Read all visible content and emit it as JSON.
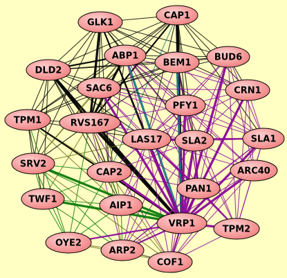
{
  "graph": {
    "background": "#ffffc3",
    "node_fill": "#f08080",
    "node_highlight": "#ffd0d0",
    "edge_colors": {
      "black": "#000000",
      "purple": "#8a0a9a",
      "green": "#0a7a0a",
      "teal": "#1f7a8a",
      "olive": "#6b6b1a"
    },
    "nodes": [
      {
        "id": "GLK1",
        "label": "GLK1"
      },
      {
        "id": "CAP1",
        "label": "CAP1"
      },
      {
        "id": "ABP1",
        "label": "ABP1"
      },
      {
        "id": "BEM1",
        "label": "BEM1"
      },
      {
        "id": "BUD6",
        "label": "BUD6"
      },
      {
        "id": "DLD2",
        "label": "DLD2"
      },
      {
        "id": "SAC6",
        "label": "SAC6"
      },
      {
        "id": "CRN1",
        "label": "CRN1"
      },
      {
        "id": "PFY1",
        "label": "PFY1"
      },
      {
        "id": "TPM1",
        "label": "TPM1"
      },
      {
        "id": "RVS167",
        "label": "RVS167"
      },
      {
        "id": "LAS17",
        "label": "LAS17"
      },
      {
        "id": "SLA2",
        "label": "SLA2"
      },
      {
        "id": "SLA1",
        "label": "SLA1"
      },
      {
        "id": "SRV2",
        "label": "SRV2"
      },
      {
        "id": "CAP2",
        "label": "CAP2"
      },
      {
        "id": "ARC40",
        "label": "ARC40"
      },
      {
        "id": "PAN1",
        "label": "PAN1"
      },
      {
        "id": "TWF1",
        "label": "TWF1"
      },
      {
        "id": "AIP1",
        "label": "AIP1"
      },
      {
        "id": "VRP1",
        "label": "VRP1"
      },
      {
        "id": "TPM2",
        "label": "TPM2"
      },
      {
        "id": "OYE2",
        "label": "OYE2"
      },
      {
        "id": "ARP2",
        "label": "ARP2"
      },
      {
        "id": "COF1",
        "label": "COF1"
      }
    ],
    "edges": [
      [
        "GLK1",
        "CAP1",
        "black",
        1
      ],
      [
        "GLK1",
        "ABP1",
        "black",
        1
      ],
      [
        "GLK1",
        "BEM1",
        "black",
        1
      ],
      [
        "GLK1",
        "DLD2",
        "black",
        1
      ],
      [
        "GLK1",
        "SAC6",
        "black",
        1
      ],
      [
        "GLK1",
        "TPM1",
        "black",
        1
      ],
      [
        "GLK1",
        "RVS167",
        "black",
        3
      ],
      [
        "GLK1",
        "LAS17",
        "black",
        1
      ],
      [
        "GLK1",
        "PFY1",
        "black",
        1
      ],
      [
        "GLK1",
        "SLA2",
        "black",
        1
      ],
      [
        "GLK1",
        "VRP1",
        "black",
        2
      ],
      [
        "GLK1",
        "CAP2",
        "black",
        1
      ],
      [
        "GLK1",
        "SRV2",
        "black",
        1
      ],
      [
        "GLK1",
        "BUD6",
        "black",
        1
      ],
      [
        "GLK1",
        "CRN1",
        "black",
        1
      ],
      [
        "CAP1",
        "ABP1",
        "black",
        1
      ],
      [
        "CAP1",
        "BEM1",
        "black",
        1
      ],
      [
        "CAP1",
        "BUD6",
        "black",
        1
      ],
      [
        "CAP1",
        "DLD2",
        "black",
        1
      ],
      [
        "CAP1",
        "SAC6",
        "black",
        1
      ],
      [
        "CAP1",
        "CRN1",
        "black",
        1
      ],
      [
        "CAP1",
        "VRP1",
        "black",
        4
      ],
      [
        "CAP1",
        "PFY1",
        "black",
        1
      ],
      [
        "CAP1",
        "RVS167",
        "black",
        2
      ],
      [
        "CAP1",
        "TPM1",
        "black",
        1
      ],
      [
        "CAP1",
        "SLA2",
        "black",
        1
      ],
      [
        "CAP1",
        "LAS17",
        "black",
        1
      ],
      [
        "CAP1",
        "SLA1",
        "black",
        1
      ],
      [
        "CAP1",
        "CAP2",
        "teal",
        1
      ],
      [
        "ABP1",
        "BEM1",
        "black",
        1
      ],
      [
        "ABP1",
        "VRP1",
        "teal",
        3
      ],
      [
        "ABP1",
        "SAC6",
        "black",
        1
      ],
      [
        "ABP1",
        "DLD2",
        "black",
        2
      ],
      [
        "ABP1",
        "RVS167",
        "black",
        3
      ],
      [
        "ABP1",
        "TPM1",
        "black",
        1
      ],
      [
        "ABP1",
        "LAS17",
        "purple",
        1
      ],
      [
        "ABP1",
        "SLA2",
        "purple",
        1
      ],
      [
        "ABP1",
        "PFY1",
        "purple",
        1
      ],
      [
        "ABP1",
        "CRN1",
        "purple",
        1
      ],
      [
        "ABP1",
        "SLA1",
        "purple",
        1
      ],
      [
        "ABP1",
        "BUD6",
        "black",
        1
      ],
      [
        "ABP1",
        "CAP2",
        "black",
        1
      ],
      [
        "ABP1",
        "SRV2",
        "olive",
        1
      ],
      [
        "ABP1",
        "PAN1",
        "purple",
        1
      ],
      [
        "ABP1",
        "ARC40",
        "purple",
        1
      ],
      [
        "BEM1",
        "BUD6",
        "black",
        1
      ],
      [
        "BEM1",
        "VRP1",
        "teal",
        3
      ],
      [
        "BEM1",
        "SAC6",
        "black",
        1
      ],
      [
        "BEM1",
        "DLD2",
        "black",
        1
      ],
      [
        "BEM1",
        "PFY1",
        "black",
        1
      ],
      [
        "BEM1",
        "SLA2",
        "black",
        1
      ],
      [
        "BEM1",
        "CRN1",
        "purple",
        1
      ],
      [
        "BEM1",
        "RVS167",
        "black",
        1
      ],
      [
        "BEM1",
        "LAS17",
        "purple",
        1
      ],
      [
        "BEM1",
        "SLA1",
        "purple",
        1
      ],
      [
        "BEM1",
        "TPM1",
        "black",
        1
      ],
      [
        "BEM1",
        "PAN1",
        "purple",
        1
      ],
      [
        "BUD6",
        "CRN1",
        "black",
        1
      ],
      [
        "BUD6",
        "VRP1",
        "purple",
        3
      ],
      [
        "BUD6",
        "SLA1",
        "purple",
        1
      ],
      [
        "BUD6",
        "PFY1",
        "purple",
        1
      ],
      [
        "BUD6",
        "SLA2",
        "purple",
        1
      ],
      [
        "BUD6",
        "SAC6",
        "black",
        1
      ],
      [
        "BUD6",
        "LAS17",
        "purple",
        1
      ],
      [
        "BUD6",
        "PAN1",
        "purple",
        1
      ],
      [
        "BUD6",
        "ARC40",
        "purple",
        1
      ],
      [
        "BUD6",
        "TPM2",
        "purple",
        1
      ],
      [
        "BUD6",
        "DLD2",
        "black",
        1
      ],
      [
        "DLD2",
        "SAC6",
        "black",
        1
      ],
      [
        "DLD2",
        "TPM1",
        "black",
        1
      ],
      [
        "DLD2",
        "RVS167",
        "black",
        3
      ],
      [
        "DLD2",
        "VRP1",
        "black",
        3
      ],
      [
        "DLD2",
        "SRV2",
        "black",
        1
      ],
      [
        "DLD2",
        "CAP2",
        "black",
        1
      ],
      [
        "DLD2",
        "LAS17",
        "black",
        1
      ],
      [
        "DLD2",
        "PFY1",
        "black",
        1
      ],
      [
        "DLD2",
        "TWF1",
        "black",
        1
      ],
      [
        "DLD2",
        "AIP1",
        "black",
        1
      ],
      [
        "SAC6",
        "RVS167",
        "black",
        2
      ],
      [
        "SAC6",
        "VRP1",
        "purple",
        3
      ],
      [
        "SAC6",
        "LAS17",
        "purple",
        1
      ],
      [
        "SAC6",
        "PFY1",
        "purple",
        1
      ],
      [
        "SAC6",
        "SLA2",
        "purple",
        1
      ],
      [
        "SAC6",
        "TPM1",
        "black",
        1
      ],
      [
        "SAC6",
        "CAP2",
        "black",
        1
      ],
      [
        "SAC6",
        "SRV2",
        "olive",
        1
      ],
      [
        "SAC6",
        "AIP1",
        "olive",
        1
      ],
      [
        "SAC6",
        "PAN1",
        "purple",
        1
      ],
      [
        "SAC6",
        "SLA1",
        "purple",
        1
      ],
      [
        "SAC6",
        "CRN1",
        "purple",
        1
      ],
      [
        "CRN1",
        "SLA1",
        "purple",
        1
      ],
      [
        "CRN1",
        "VRP1",
        "purple",
        3
      ],
      [
        "CRN1",
        "PFY1",
        "purple",
        1
      ],
      [
        "CRN1",
        "SLA2",
        "purple",
        1
      ],
      [
        "CRN1",
        "ARC40",
        "purple",
        1
      ],
      [
        "CRN1",
        "PAN1",
        "purple",
        1
      ],
      [
        "CRN1",
        "TPM2",
        "purple",
        1
      ],
      [
        "CRN1",
        "LAS17",
        "purple",
        1
      ],
      [
        "PFY1",
        "VRP1",
        "purple",
        3
      ],
      [
        "PFY1",
        "LAS17",
        "purple",
        1
      ],
      [
        "PFY1",
        "SLA2",
        "purple",
        1
      ],
      [
        "PFY1",
        "RVS167",
        "purple",
        1
      ],
      [
        "PFY1",
        "PAN1",
        "purple",
        1
      ],
      [
        "PFY1",
        "SLA1",
        "purple",
        1
      ],
      [
        "PFY1",
        "ARC40",
        "purple",
        1
      ],
      [
        "PFY1",
        "CAP2",
        "purple",
        1
      ],
      [
        "PFY1",
        "AIP1",
        "purple",
        1
      ],
      [
        "PFY1",
        "COF1",
        "purple",
        1
      ],
      [
        "PFY1",
        "ARP2",
        "purple",
        1
      ],
      [
        "PFY1",
        "TPM2",
        "purple",
        1
      ],
      [
        "TPM1",
        "RVS167",
        "black",
        1
      ],
      [
        "TPM1",
        "SRV2",
        "black",
        1
      ],
      [
        "TPM1",
        "CAP2",
        "olive",
        1
      ],
      [
        "TPM1",
        "VRP1",
        "black",
        2
      ],
      [
        "TPM1",
        "TWF1",
        "black",
        1
      ],
      [
        "TPM1",
        "AIP1",
        "olive",
        1
      ],
      [
        "TPM1",
        "LAS17",
        "black",
        1
      ],
      [
        "TPM1",
        "OYE2",
        "green",
        1
      ],
      [
        "RVS167",
        "LAS17",
        "black",
        1
      ],
      [
        "RVS167",
        "VRP1",
        "black",
        4
      ],
      [
        "RVS167",
        "CAP2",
        "black",
        1
      ],
      [
        "RVS167",
        "SRV2",
        "black",
        1
      ],
      [
        "RVS167",
        "SLA2",
        "purple",
        1
      ],
      [
        "RVS167",
        "AIP1",
        "olive",
        1
      ],
      [
        "RVS167",
        "TWF1",
        "olive",
        1
      ],
      [
        "RVS167",
        "PAN1",
        "purple",
        1
      ],
      [
        "RVS167",
        "ARP2",
        "purple",
        1
      ],
      [
        "RVS167",
        "COF1",
        "purple",
        1
      ],
      [
        "RVS167",
        "OYE2",
        "green",
        1
      ],
      [
        "LAS17",
        "VRP1",
        "purple",
        4
      ],
      [
        "LAS17",
        "SLA2",
        "purple",
        2
      ],
      [
        "LAS17",
        "SLA1",
        "purple",
        2
      ],
      [
        "LAS17",
        "PAN1",
        "purple",
        2
      ],
      [
        "LAS17",
        "ARC40",
        "purple",
        1
      ],
      [
        "LAS17",
        "CAP2",
        "purple",
        1
      ],
      [
        "LAS17",
        "AIP1",
        "purple",
        1
      ],
      [
        "LAS17",
        "ARP2",
        "purple",
        1
      ],
      [
        "LAS17",
        "COF1",
        "purple",
        1
      ],
      [
        "LAS17",
        "TPM2",
        "purple",
        1
      ],
      [
        "LAS17",
        "SRV2",
        "olive",
        1
      ],
      [
        "SLA2",
        "SLA1",
        "purple",
        1
      ],
      [
        "SLA2",
        "VRP1",
        "purple",
        3
      ],
      [
        "SLA2",
        "PAN1",
        "purple",
        2
      ],
      [
        "SLA2",
        "ARC40",
        "purple",
        1
      ],
      [
        "SLA2",
        "TPM2",
        "purple",
        1
      ],
      [
        "SLA2",
        "COF1",
        "purple",
        1
      ],
      [
        "SLA2",
        "ARP2",
        "purple",
        1
      ],
      [
        "SLA2",
        "CAP2",
        "purple",
        1
      ],
      [
        "SLA1",
        "PAN1",
        "purple",
        1
      ],
      [
        "SLA1",
        "ARC40",
        "purple",
        1
      ],
      [
        "SLA1",
        "VRP1",
        "purple",
        3
      ],
      [
        "SLA1",
        "TPM2",
        "purple",
        1
      ],
      [
        "SLA1",
        "COF1",
        "purple",
        1
      ],
      [
        "SLA1",
        "ARP2",
        "purple",
        1
      ],
      [
        "SRV2",
        "CAP2",
        "green",
        1
      ],
      [
        "SRV2",
        "TWF1",
        "green",
        1
      ],
      [
        "SRV2",
        "AIP1",
        "green",
        1
      ],
      [
        "SRV2",
        "VRP1",
        "green",
        3
      ],
      [
        "SRV2",
        "OYE2",
        "green",
        1
      ],
      [
        "SRV2",
        "ARP2",
        "green",
        1
      ],
      [
        "SRV2",
        "COF1",
        "olive",
        1
      ],
      [
        "CAP2",
        "AIP1",
        "green",
        1
      ],
      [
        "CAP2",
        "VRP1",
        "purple",
        3
      ],
      [
        "CAP2",
        "TWF1",
        "green",
        1
      ],
      [
        "CAP2",
        "OYE2",
        "green",
        1
      ],
      [
        "CAP2",
        "ARP2",
        "olive",
        1
      ],
      [
        "CAP2",
        "COF1",
        "olive",
        1
      ],
      [
        "CAP2",
        "PAN1",
        "purple",
        1
      ],
      [
        "ARC40",
        "PAN1",
        "purple",
        1
      ],
      [
        "ARC40",
        "VRP1",
        "purple",
        3
      ],
      [
        "ARC40",
        "TPM2",
        "purple",
        1
      ],
      [
        "ARC40",
        "COF1",
        "purple",
        1
      ],
      [
        "ARC40",
        "ARP2",
        "purple",
        1
      ],
      [
        "PAN1",
        "VRP1",
        "purple",
        3
      ],
      [
        "PAN1",
        "TPM2",
        "purple",
        2
      ],
      [
        "PAN1",
        "COF1",
        "purple",
        1
      ],
      [
        "PAN1",
        "ARP2",
        "purple",
        1
      ],
      [
        "TWF1",
        "AIP1",
        "green",
        1
      ],
      [
        "TWF1",
        "VRP1",
        "green",
        3
      ],
      [
        "TWF1",
        "OYE2",
        "green",
        1
      ],
      [
        "TWF1",
        "ARP2",
        "green",
        1
      ],
      [
        "AIP1",
        "VRP1",
        "green",
        3
      ],
      [
        "AIP1",
        "OYE2",
        "green",
        1
      ],
      [
        "AIP1",
        "ARP2",
        "green",
        1
      ],
      [
        "AIP1",
        "COF1",
        "olive",
        1
      ],
      [
        "VRP1",
        "TPM2",
        "purple",
        3
      ],
      [
        "VRP1",
        "COF1",
        "purple",
        2
      ],
      [
        "VRP1",
        "ARP2",
        "purple",
        2
      ],
      [
        "VRP1",
        "OYE2",
        "purple",
        2
      ],
      [
        "TPM2",
        "COF1",
        "purple",
        1
      ],
      [
        "ARP2",
        "COF1",
        "black",
        1
      ],
      [
        "OYE2",
        "ARP2",
        "olive",
        1
      ],
      [
        "OYE2",
        "COF1",
        "olive",
        1
      ]
    ]
  }
}
